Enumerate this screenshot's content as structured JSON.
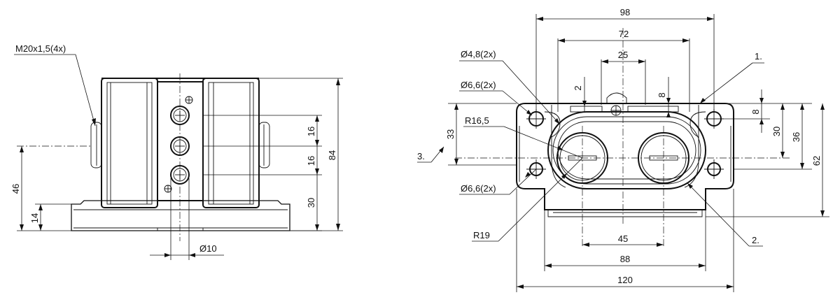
{
  "left_view": {
    "callout_thread": "M20x1,5(4x)",
    "dim_height_total": "84",
    "dim_pitch_upper": "16",
    "dim_pitch_lower": "16",
    "dim_port_height": "30",
    "dim_axis_height": "46",
    "dim_base_height": "14",
    "dim_port_diameter": "Ø10"
  },
  "right_view": {
    "dim_width_98": "98",
    "dim_width_72": "72",
    "dim_width_25": "25",
    "dim_slot_2": "2",
    "dim_slot_8": "8",
    "dim_hole_8": "8",
    "dim_height_30": "30",
    "dim_height_36": "36",
    "dim_height_62": "62",
    "dim_height_33": "33",
    "dim_width_45": "45",
    "dim_width_88": "88",
    "dim_width_120": "120",
    "callout_hole_48": "Ø4,8(2x)",
    "callout_hole_66_top": "Ø6,6(2x)",
    "callout_hole_66_bottom": "Ø6,6(2x)",
    "callout_r165": "R16,5",
    "callout_r19": "R19",
    "label_1": "1.",
    "label_2": "2.",
    "label_3": "3."
  }
}
